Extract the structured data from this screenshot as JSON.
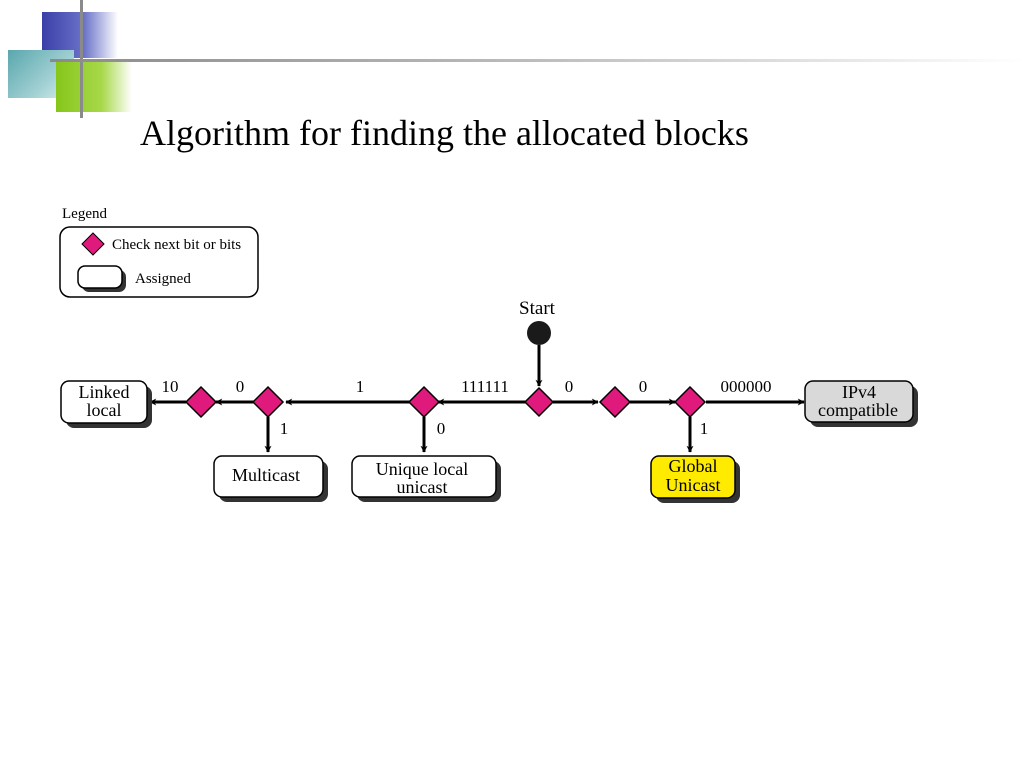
{
  "slide": {
    "title": "Algorithm for finding the allocated blocks"
  },
  "legend": {
    "title": "Legend",
    "check_label": "Check next bit or bits",
    "assigned_label": "Assigned"
  },
  "flow": {
    "start": "Start",
    "edges": {
      "to_linked": "10",
      "d2_left": "0",
      "d3_left": "1",
      "start_left": "111111",
      "start_right": "0",
      "d5_right": "0",
      "d6_right": "000000",
      "to_multicast": "1",
      "to_unique": "0",
      "to_global": "1"
    },
    "nodes": {
      "linked_local": [
        "Linked",
        "local"
      ],
      "multicast": [
        "Multicast"
      ],
      "unique_local": [
        "Unique local",
        "unicast"
      ],
      "global_unicast": [
        "Global",
        "Unicast"
      ],
      "ipv4_compatible": [
        "IPv4",
        "compatible"
      ]
    }
  },
  "colors": {
    "decision": "#e0197d",
    "global_fill": "#ffeb00",
    "ipv4_fill": "#d9d9d9",
    "assigned_fill": "#ffffff",
    "shadow": "#333333"
  }
}
